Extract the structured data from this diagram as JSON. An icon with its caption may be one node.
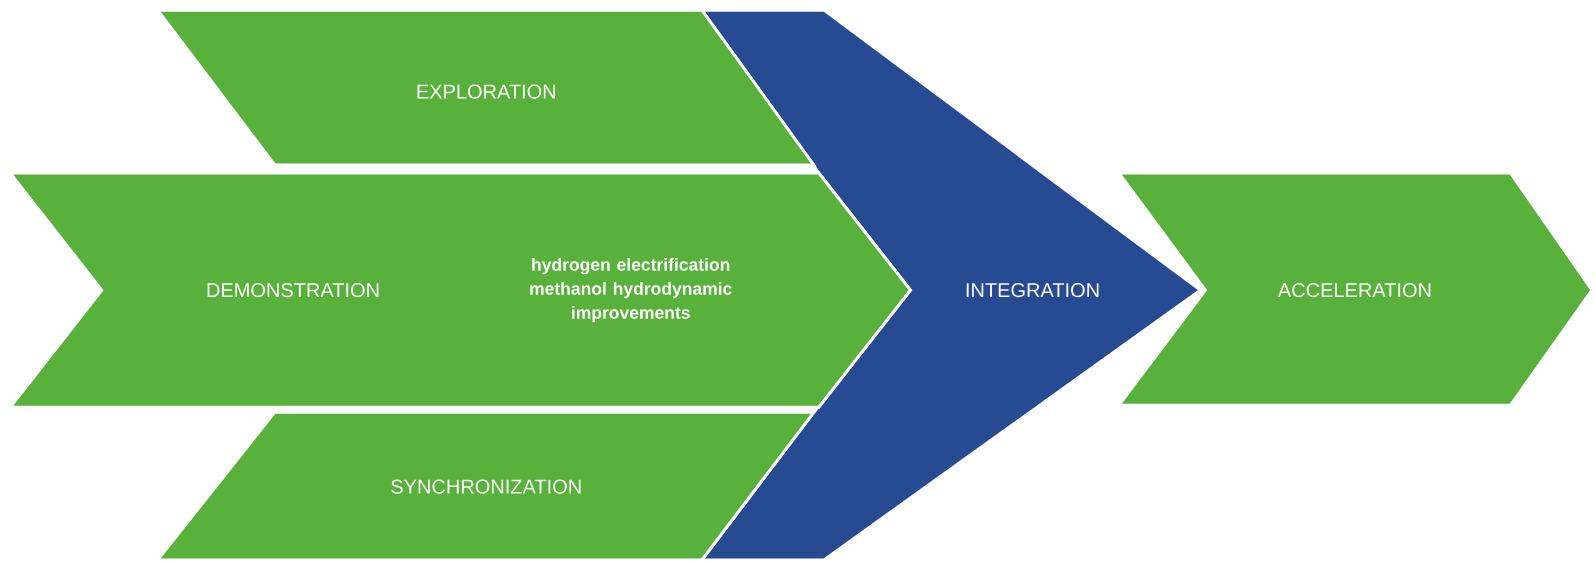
{
  "diagram": {
    "nodes": [
      {
        "text": [
          "EXPLORATION"
        ]
      },
      {
        "text": [
          "DEMONSTRATION",
          "hydrogen electrification methanol hydrodynamic improvements"
        ]
      },
      {
        "text": [
          "SYNCHRONIZATION"
        ]
      },
      {
        "text": [
          "INTEGRATION"
        ]
      },
      {
        "text": [
          "ACCELERATION"
        ]
      }
    ]
  }
}
